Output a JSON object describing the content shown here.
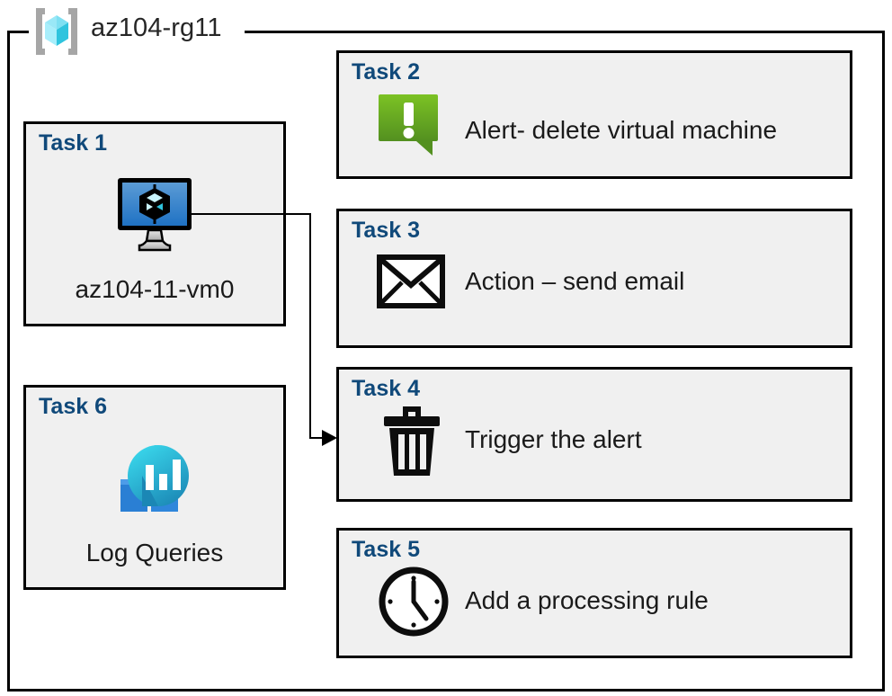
{
  "resource_group": {
    "icon": "azure-resource-group-icon",
    "label": "az104-rg11",
    "border_color": "#000000"
  },
  "theme": {
    "box_fill": "#f0f0f0",
    "box_border": "#000000",
    "heading_color": "#10497a",
    "caption_color": "#1a1a1a",
    "alert_green_top": "#76bc21",
    "alert_green_bottom": "#559122",
    "vm_blue_top": "#5b9bd5",
    "vm_blue_bottom": "#1f72c4",
    "cube_cyan": "#8fe8f5",
    "log_square_light": "#4d9ce8",
    "log_square_dark": "#2a7fd4",
    "log_badge_top": "#32d0e8",
    "log_badge_bottom": "#1b87b5"
  },
  "tasks": [
    {
      "id": "task1",
      "heading": "Task 1",
      "caption": "az104-11-vm0",
      "icon": "virtual-machine-icon",
      "column": "left"
    },
    {
      "id": "task2",
      "heading": "Task 2",
      "caption": "Alert- delete virtual machine",
      "icon": "alert-speech-bubble-icon",
      "column": "right"
    },
    {
      "id": "task3",
      "heading": "Task 3",
      "caption": "Action – send email",
      "icon": "envelope-icon",
      "column": "right"
    },
    {
      "id": "task4",
      "heading": "Task 4",
      "caption": "Trigger the alert",
      "icon": "trash-can-icon",
      "column": "right"
    },
    {
      "id": "task5",
      "heading": "Task 5",
      "caption": "Add a processing rule",
      "icon": "clock-icon",
      "column": "right"
    },
    {
      "id": "task6",
      "heading": "Task 6",
      "caption": "Log Queries",
      "icon": "log-analytics-icon",
      "column": "left"
    }
  ],
  "connector": {
    "from": "task1-vm-icon",
    "to": "task4-box",
    "arrow_direction": "right"
  }
}
